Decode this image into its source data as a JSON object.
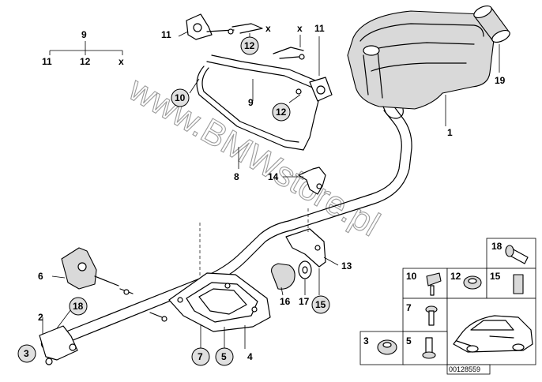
{
  "watermark": "www.BMWstore.pl",
  "drawing_code": "00128559",
  "legend": {
    "top": "9",
    "items": [
      "11",
      "12",
      "x"
    ]
  },
  "callouts": {
    "muffler": "1",
    "bracket_left": "2",
    "nut_bottom": "3",
    "heat_shield": "4",
    "clip_bottom": "5",
    "rubber_mount_left": "6",
    "plate_bolt": "7",
    "hanger_strap": "8",
    "hanger_bracket": "9",
    "washer_left": "10",
    "mount_top_left": "11",
    "mount_top_right": "11",
    "washer_center": "12",
    "washer_top": "12",
    "bracket_right": "13",
    "bracket_mid": "14",
    "nut_right": "15",
    "rubber_buffer": "16",
    "washer_buffer": "17",
    "gasket_ring": "18",
    "tailpipe_trim": "19",
    "x_top": "x",
    "x_mid": "x",
    "eleven_top_right": "11"
  },
  "table": {
    "c18": "18",
    "c10": "10",
    "c12": "12",
    "c15": "15",
    "c7": "7",
    "c3": "3",
    "c5": "5"
  }
}
